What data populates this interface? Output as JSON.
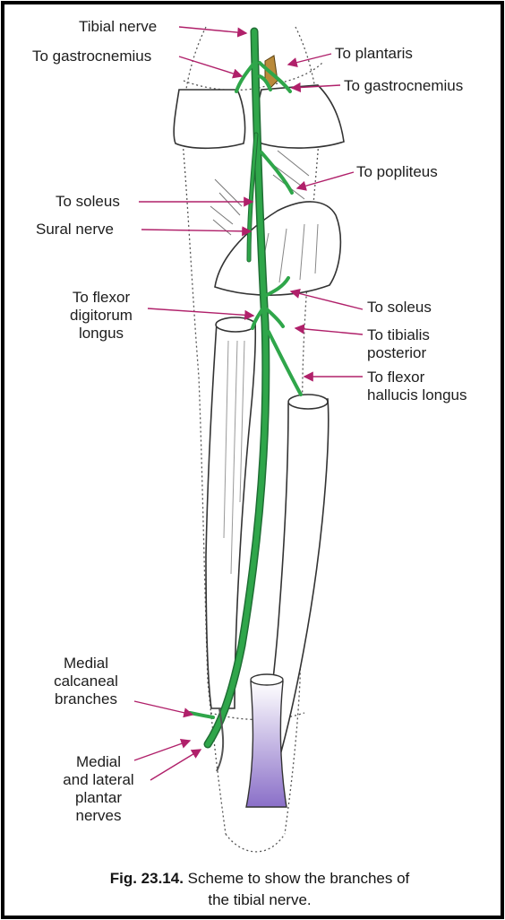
{
  "labels": {
    "tibial_nerve": "Tibial nerve",
    "to_gastrocnemius_left": "To gastrocnemius",
    "to_plantaris": "To plantaris",
    "to_gastrocnemius_right": "To gastrocnemius",
    "to_popliteus": "To popliteus",
    "to_soleus_left": "To soleus",
    "sural_nerve": "Sural nerve",
    "to_flexor_digitorum_l1": "To flexor",
    "to_flexor_digitorum_l2": "digitorum",
    "to_flexor_digitorum_l3": "longus",
    "to_soleus_right": "To soleus",
    "to_tibialis_l1": "To tibialis",
    "to_tibialis_l2": "posterior",
    "to_flexor_hallucis_l1": "To flexor",
    "to_flexor_hallucis_l2": "hallucis longus",
    "medial_calcaneal_l1": "Medial",
    "medial_calcaneal_l2": "calcaneal",
    "medial_calcaneal_l3": "branches",
    "plantar_l1": "Medial",
    "plantar_l2": "and lateral",
    "plantar_l3": "plantar",
    "plantar_l4": "nerves"
  },
  "caption": {
    "fig": "Fig. 23.14.",
    "line1": "Scheme to show the branches of",
    "line2": "the tibial nerve."
  },
  "colors": {
    "nerve": "#2fa64a",
    "nerve_dark": "#1f6e34",
    "arrow": "#b0206a",
    "outline": "#444444",
    "tendon": "#8a6fc8"
  }
}
